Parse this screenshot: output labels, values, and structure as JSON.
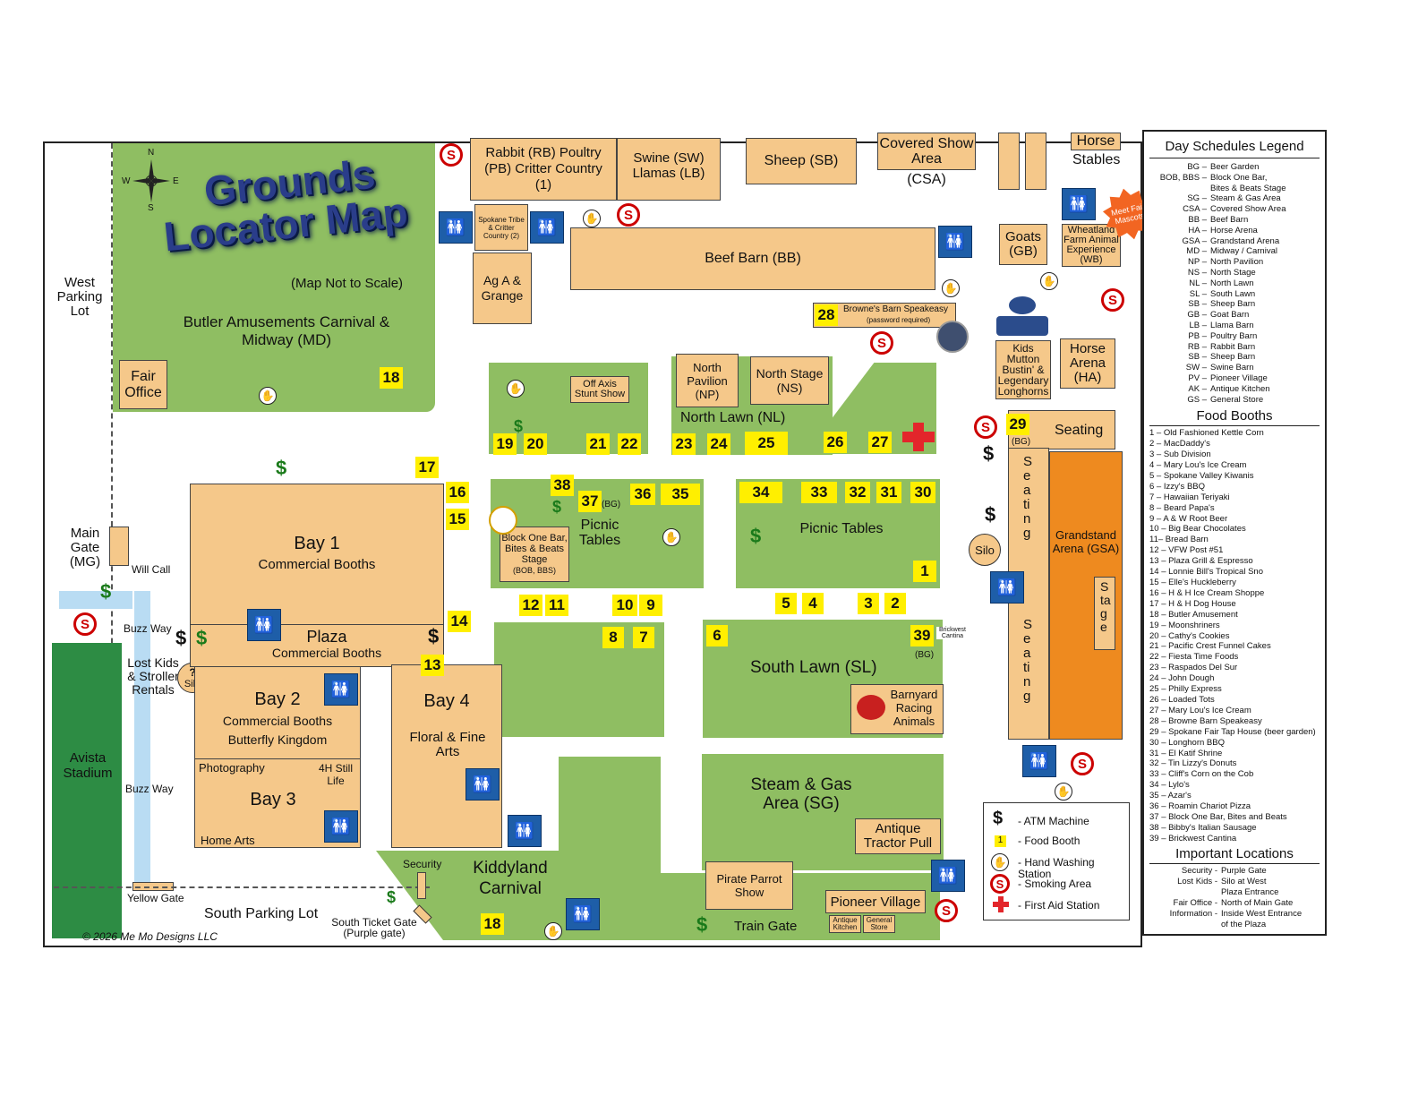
{
  "title": {
    "line1": "Grounds",
    "line2": "Locator Map",
    "note": "(Map Not to Scale)"
  },
  "compass": {
    "n": "N",
    "s": "S",
    "e": "E",
    "w": "W"
  },
  "copyright": "© 2026 Me Mo Designs LLC",
  "areas": {
    "west_parking": "West Parking Lot",
    "carnival": "Butler Amusements Carnival & Midway (MD)",
    "fair_office": "Fair Office",
    "main_gate": "Main Gate (MG)",
    "will_call": "Will Call",
    "buzz_way_top": "Buzz Way",
    "buzz_way_bottom": "Buzz Way",
    "lost_kids": "Lost Kids & Stroller Rentals",
    "silo_left": "Silo",
    "avista": "Avista Stadium",
    "yellow_gate": "Yellow Gate",
    "south_parking": "South Parking Lot",
    "south_ticket_gate": "South Ticket Gate",
    "south_ticket_gate_sub": "(Purple gate)",
    "security": "Security",
    "kiddyland": "Kiddyland Carnival",
    "rabbit": "Rabbit (RB) Poultry (PB) Critter Country (1)",
    "swine": "Swine (SW) Llamas (LB)",
    "sheep": "Sheep (SB)",
    "covered_show": "Covered Show Area",
    "covered_show_abbr": "(CSA)",
    "horse_stables": "Horse",
    "stables": "Stables",
    "spokane_tribe": "Spokane Tribe & Critter Country (2)",
    "ag": "Ag A & Grange",
    "beef_barn": "Beef Barn (BB)",
    "goats": "Goats (GB)",
    "wheatland": "Wheatland Farm Animal Experience (WB)",
    "meet_mascots": "Meet Fair Mascots",
    "browne_speakeasy": "Browne's Barn Speakeasy",
    "browne_sub": "(password required)",
    "kids_mutton": "Kids Mutton Bustin' & Legendary Longhorns",
    "horse_arena": "Horse Arena (HA)",
    "north_pavilion": "North Pavilion (NP)",
    "north_stage": "North Stage (NS)",
    "north_lawn": "North Lawn (NL)",
    "off_axis": "Off Axis Stunt Show",
    "block_one": "Block One Bar, Bites & Beats Stage",
    "block_one_sub": "(BOB, BBS)",
    "picnic_left": "Picnic Tables",
    "picnic_right": "Picnic Tables",
    "seating_top": "Seating",
    "seating_v1": "Seating",
    "seating_v2": "Seating",
    "silo_right": "Silo",
    "grandstand": "Grandstand Arena (GSA)",
    "stage": "Stage",
    "bay1": "Bay 1",
    "bay1_sub": "Commercial Booths",
    "plaza": "Plaza",
    "plaza_sub": "Commercial Booths",
    "bay2": "Bay 2",
    "bay2_sub": "Commercial Booths",
    "bay2_sub2": "Butterfly Kingdom",
    "photography": "Photography",
    "four_h": "4H Still Life",
    "bay3": "Bay 3",
    "home_arts": "Home Arts",
    "bay4": "Bay 4",
    "bay4_sub": "Floral & Fine Arts",
    "south_lawn": "South Lawn (SL)",
    "barnyard": "Barnyard Racing Animals",
    "brickwest": "Brickwest Cantina",
    "steam_gas": "Steam & Gas Area (SG)",
    "antique_tractor": "Antique Tractor Pull",
    "pirate": "Pirate Parrot Show",
    "pioneer": "Pioneer Village",
    "antique_kitchen": "Antique Kitchen",
    "general_store": "General Store",
    "train_gate": "Train Gate",
    "bg": "(BG)"
  },
  "booths": {
    "b1": "1",
    "b2": "2",
    "b3": "3",
    "b4": "4",
    "b5": "5",
    "b6": "6",
    "b7": "7",
    "b8": "8",
    "b9": "9",
    "b10": "10",
    "b11": "11",
    "b12": "12",
    "b13": "13",
    "b14": "14",
    "b15": "15",
    "b16": "16",
    "b17": "17",
    "b18": "18",
    "b18b": "18",
    "b19": "19",
    "b20": "20",
    "b21": "21",
    "b22": "22",
    "b23": "23",
    "b24": "24",
    "b25": "25",
    "b26": "26",
    "b27": "27",
    "b28": "28",
    "b29": "29",
    "b30": "30",
    "b31": "31",
    "b32": "32",
    "b33": "33",
    "b34": "34",
    "b35": "35",
    "b36": "36",
    "b37": "37",
    "b38": "38",
    "b39": "39"
  },
  "map_legend": {
    "atm": "- ATM Machine",
    "food": "- Food Booth",
    "hand": "- Hand Washing Station",
    "smoke": "- Smoking Area",
    "aid": "- First Aid Station"
  },
  "schedule_legend": {
    "title": "Day Schedules Legend",
    "items": [
      {
        "k": "BG –",
        "v": "Beer Garden"
      },
      {
        "k": "BOB, BBS –",
        "v": "Block One Bar,"
      },
      {
        "k": "",
        "v": "Bites & Beats Stage"
      },
      {
        "k": "SG –",
        "v": "Steam & Gas Area"
      },
      {
        "k": "CSA –",
        "v": "Covered Show Area"
      },
      {
        "k": "BB –",
        "v": "Beef Barn"
      },
      {
        "k": "HA –",
        "v": "Horse Arena"
      },
      {
        "k": "GSA –",
        "v": "Grandstand Arena"
      },
      {
        "k": "MD –",
        "v": "Midway / Carnival"
      },
      {
        "k": "NP –",
        "v": "North Pavilion"
      },
      {
        "k": "NS –",
        "v": "North Stage"
      },
      {
        "k": "NL –",
        "v": "North Lawn"
      },
      {
        "k": "SL –",
        "v": "South Lawn"
      },
      {
        "k": "SB –",
        "v": "Sheep Barn"
      },
      {
        "k": "GB –",
        "v": "Goat Barn"
      },
      {
        "k": "LB –",
        "v": "Llama Barn"
      },
      {
        "k": "PB –",
        "v": "Poultry Barn"
      },
      {
        "k": "RB –",
        "v": "Rabbit Barn"
      },
      {
        "k": "SB –",
        "v": "Sheep Barn"
      },
      {
        "k": "SW –",
        "v": "Swine Barn"
      },
      {
        "k": "PV –",
        "v": "Pioneer Village"
      },
      {
        "k": "AK –",
        "v": "Antique Kitchen"
      },
      {
        "k": "GS –",
        "v": "General Store"
      }
    ]
  },
  "food_booths": {
    "title": "Food Booths",
    "items": [
      "1 – Old Fashioned Kettle Corn",
      "2 – MacDaddy's",
      "3 – Sub Division",
      "4 – Mary Lou's Ice Cream",
      "5 – Spokane Valley Kiwanis",
      "6 – Izzy's BBQ",
      "7 – Hawaiian Teriyaki",
      "8 – Beard Papa's",
      "9 – A & W Root Beer",
      "10 – Big Bear Chocolates",
      "11– Bread Barn",
      "12 – VFW Post #51",
      "13 – Plaza Grill & Espresso",
      "14 – Lonnie Bill's Tropical Sno",
      "15 – Elle's Huckleberry",
      "16 – H & H Ice Cream Shoppe",
      "17 – H & H Dog House",
      "18 – Butler Amusement",
      "19 – Moonshriners",
      "20 – Cathy's Cookies",
      "21 – Pacific Crest Funnel Cakes",
      "22 – Fiesta Time Foods",
      "23 – Raspados Del Sur",
      "24 – John Dough",
      "25 – Philly Express",
      "26 – Loaded Tots",
      "27 – Mary Lou's Ice Cream",
      "28 – Browne Barn Speakeasy",
      "29 – Spokane Fair Tap House (beer garden)",
      "30 – Longhorn BBQ",
      "31 – El Katif Shrine",
      "32 – Tin Lizzy's Donuts",
      "33 – Cliff's Corn on the Cob",
      "34 – Lylo's",
      "35 – Azar's",
      "36 – Roamin Chariot Pizza",
      "37 – Block One Bar, Bites and Beats",
      "38 – Bibby's Italian Sausage",
      "39 – Brickwest Cantina"
    ]
  },
  "important": {
    "title": "Important Locations",
    "items": [
      {
        "k": "Security -",
        "v": "Purple Gate"
      },
      {
        "k": "Lost Kids -",
        "v": "Silo at West"
      },
      {
        "k": "",
        "v": "Plaza Entrance"
      },
      {
        "k": "Fair Office -",
        "v": "North of Main Gate"
      },
      {
        "k": "Information -",
        "v": "Inside West Entrance"
      },
      {
        "k": "",
        "v": "of the Plaza"
      }
    ]
  }
}
